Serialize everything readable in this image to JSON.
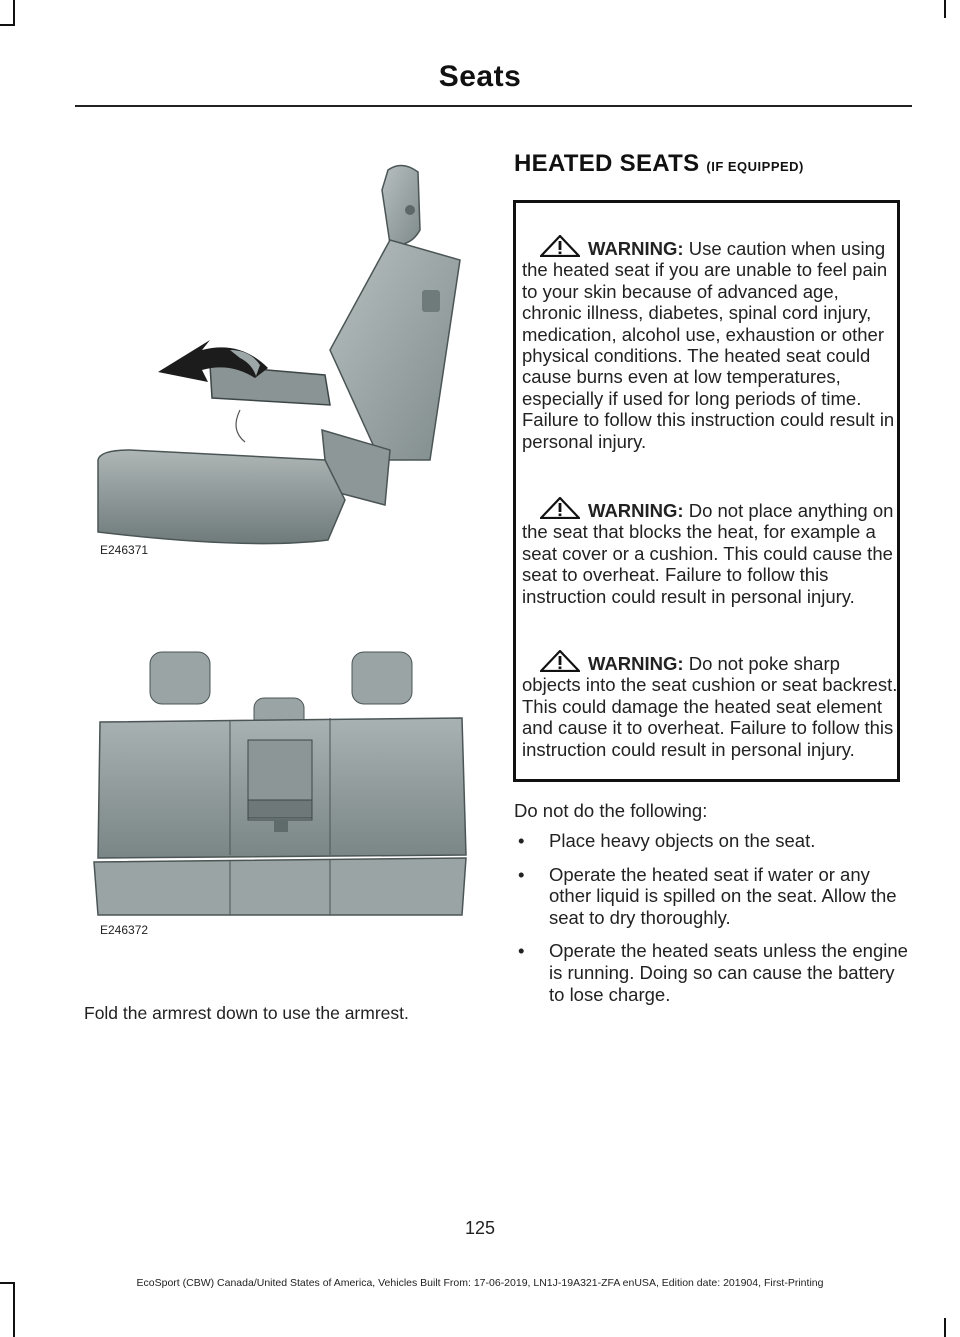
{
  "header": {
    "title": "Seats"
  },
  "figures": [
    {
      "code": "E246371"
    },
    {
      "code": "E246372"
    }
  ],
  "caption": "Fold the armrest down to use the armrest.",
  "section": {
    "title": "HEATED SEATS",
    "qualifier": "(IF EQUIPPED)"
  },
  "warnings": [
    {
      "lead": "WARNING:",
      "text": "Use caution when using the heated seat if you are unable to feel pain to your skin because of advanced age, chronic illness, diabetes, spinal cord injury, medication, alcohol use, exhaustion or other physical conditions. The heated seat could cause burns even at low temperatures, especially if used for long periods of time. Failure to follow this instruction could result in personal injury."
    },
    {
      "lead": "WARNING:",
      "text": "Do not place anything on the seat that blocks the heat, for example a seat cover or a cushion. This could cause the seat to overheat. Failure to follow this instruction could result in personal injury."
    },
    {
      "lead": "WARNING:",
      "text": "Do not poke sharp objects into the seat cushion or seat backrest. This could damage the heated seat element and cause it to overheat. Failure to follow this instruction could result in personal injury."
    }
  ],
  "intro": "Do not do the following:",
  "bullets": [
    "Place heavy objects on the seat.",
    "Operate the heated seat if water or any other liquid is spilled on the seat. Allow the seat to dry thoroughly.",
    "Operate the heated seats unless the engine is running. Doing so can cause the battery to lose charge."
  ],
  "bullet_symbol": "•",
  "page_number": "125",
  "footer": "EcoSport (CBW) Canada/United States of America, Vehicles Built From: 17-06-2019, LN1J-19A321-ZFA enUSA, Edition date: 201904, First-Printing"
}
